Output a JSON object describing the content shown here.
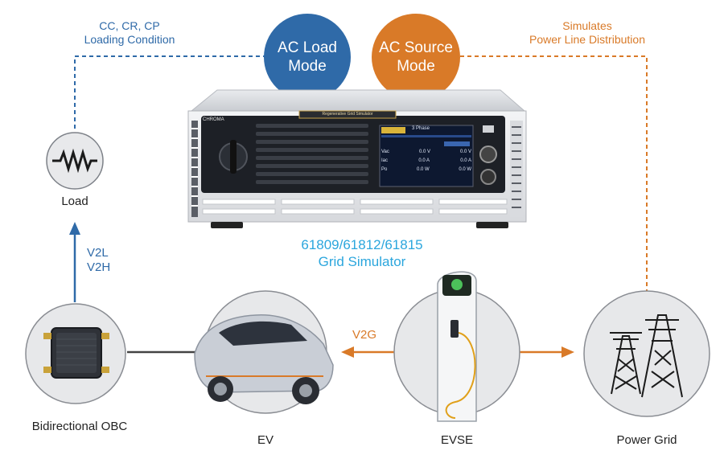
{
  "modes": {
    "ac_load": {
      "line1": "AC Load",
      "line2": "Mode",
      "color": "#2f6aa8"
    },
    "ac_source": {
      "line1": "AC Source",
      "line2": "Mode",
      "color": "#d97a28"
    }
  },
  "annotations": {
    "load_condition": {
      "line1": "CC, CR, CP",
      "line2": "Loading Condition"
    },
    "power_line": {
      "line1": "Simulates",
      "line2": "Power Line Distribution"
    },
    "v2l_v2h": {
      "line1": "V2L",
      "line2": "V2H"
    },
    "v2g": "V2G"
  },
  "simulator": {
    "model_line1": "61809/61812/61815",
    "model_line2": "Grid Simulator",
    "panel_title": "Regenerative Grid Simulator",
    "brand": "CHROMA",
    "screen_header": "3 Phase",
    "screen_rows": [
      {
        "label": "Vac",
        "v1": "0.0 V",
        "v2": "0.0 V"
      },
      {
        "label": "Iac",
        "v1": "0.0 A",
        "v2": "0.0 A"
      },
      {
        "label": "Po",
        "v1": "0.0 W",
        "v2": "0.0 W"
      }
    ]
  },
  "nodes": {
    "load": "Load",
    "obc": "Bidirectional OBC",
    "ev": "EV",
    "evse": "EVSE",
    "grid": "Power Grid"
  },
  "colors": {
    "blue": "#2f6aa8",
    "orange": "#d97a28",
    "cyan": "#2ba6dd",
    "gray_line": "#333333"
  }
}
